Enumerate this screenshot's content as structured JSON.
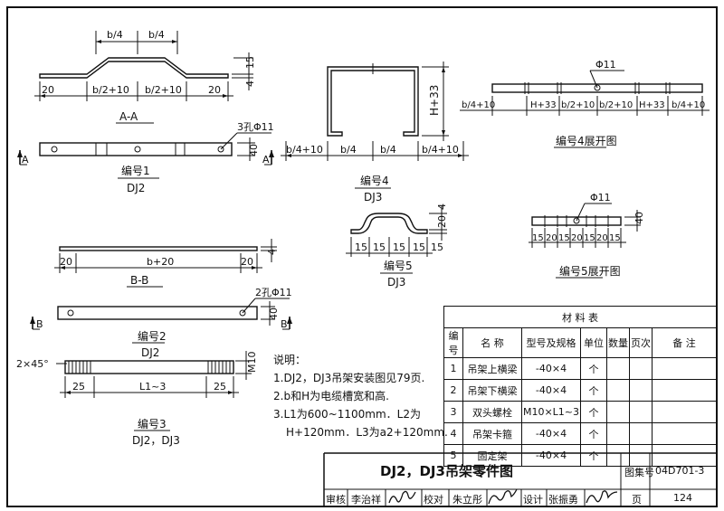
{
  "views": {
    "aa": {
      "dims_top": [
        "b/4",
        "b/4"
      ],
      "dims_bottom": [
        "20",
        "b/2+10",
        "b/2+10",
        "20"
      ],
      "dims_right": [
        "15",
        "4"
      ],
      "section": "A-A"
    },
    "p1": {
      "hole": "3孔Φ11",
      "thickness": "40",
      "marker": "A",
      "title": "编号1",
      "sub": "DJ2"
    },
    "p4": {
      "height_dim": "H+33",
      "dims": [
        "b/4+10",
        "b/4",
        "b/4",
        "b/4+10"
      ],
      "title": "编号4",
      "sub": "DJ3"
    },
    "p4dev": {
      "hole": "Φ11",
      "dims": [
        "b/4+10",
        "H+33",
        "b/2+10",
        "b/2+10",
        "H+33",
        "b/4+10"
      ],
      "title": "编号4展开图"
    },
    "bb": {
      "dim": "b+20",
      "left": "20",
      "right": "20",
      "thickness": "4",
      "section": "B-B"
    },
    "p5": {
      "dims": [
        "15",
        "15",
        "15",
        "15",
        "15"
      ],
      "right": [
        "20",
        "4"
      ],
      "title": "编号5",
      "sub": "DJ3"
    },
    "p5dev": {
      "hole": "Φ11",
      "dims": [
        "15",
        "20",
        "15",
        "20",
        "15",
        "20",
        "15"
      ],
      "thickness": "40",
      "title": "编号5展开图"
    },
    "p2": {
      "hole": "2孔Φ11",
      "thickness": "40",
      "marker": "B",
      "title": "编号2",
      "sub": "DJ2"
    },
    "p3": {
      "chamfer": "2×45°",
      "thread": "M10",
      "dims": [
        "25",
        "L1~3",
        "25"
      ],
      "title": "编号3",
      "sub": "DJ2，DJ3"
    }
  },
  "notes": {
    "title": "说明：",
    "lines": [
      "1.DJ2，DJ3吊架安装图见79页.",
      "2.b和H为电缆槽宽和高.",
      "3.L1为600~1100mm．L2为",
      "H+120mm．L3为a2+120mm."
    ]
  },
  "materials": {
    "title": "材  料  表",
    "headers": [
      "编号",
      "名  称",
      "型号及规格",
      "单位",
      "数量",
      "页次",
      "备  注"
    ],
    "rows": [
      [
        "1",
        "吊架上横梁",
        "-40×4",
        "个",
        "",
        "",
        ""
      ],
      [
        "2",
        "吊架下横梁",
        "-40×4",
        "个",
        "",
        "",
        ""
      ],
      [
        "3",
        "双头螺栓",
        "M10×L1~3",
        "个",
        "",
        "",
        ""
      ],
      [
        "4",
        "吊架卡箍",
        "-40×4",
        "个",
        "",
        "",
        ""
      ],
      [
        "5",
        "固定架",
        "-40×4",
        "个",
        "",
        "",
        ""
      ]
    ]
  },
  "title_block": {
    "drawing_title": "DJ2，DJ3吊架零件图",
    "atlas_label": "图集号",
    "atlas_no": "04D701-3",
    "review_label": "审核",
    "review_name": "李治祥",
    "check_label": "校对",
    "check_name": "朱立彤",
    "design_label": "设计",
    "design_name": "张振勇",
    "page_label": "页",
    "page_no": "124"
  }
}
